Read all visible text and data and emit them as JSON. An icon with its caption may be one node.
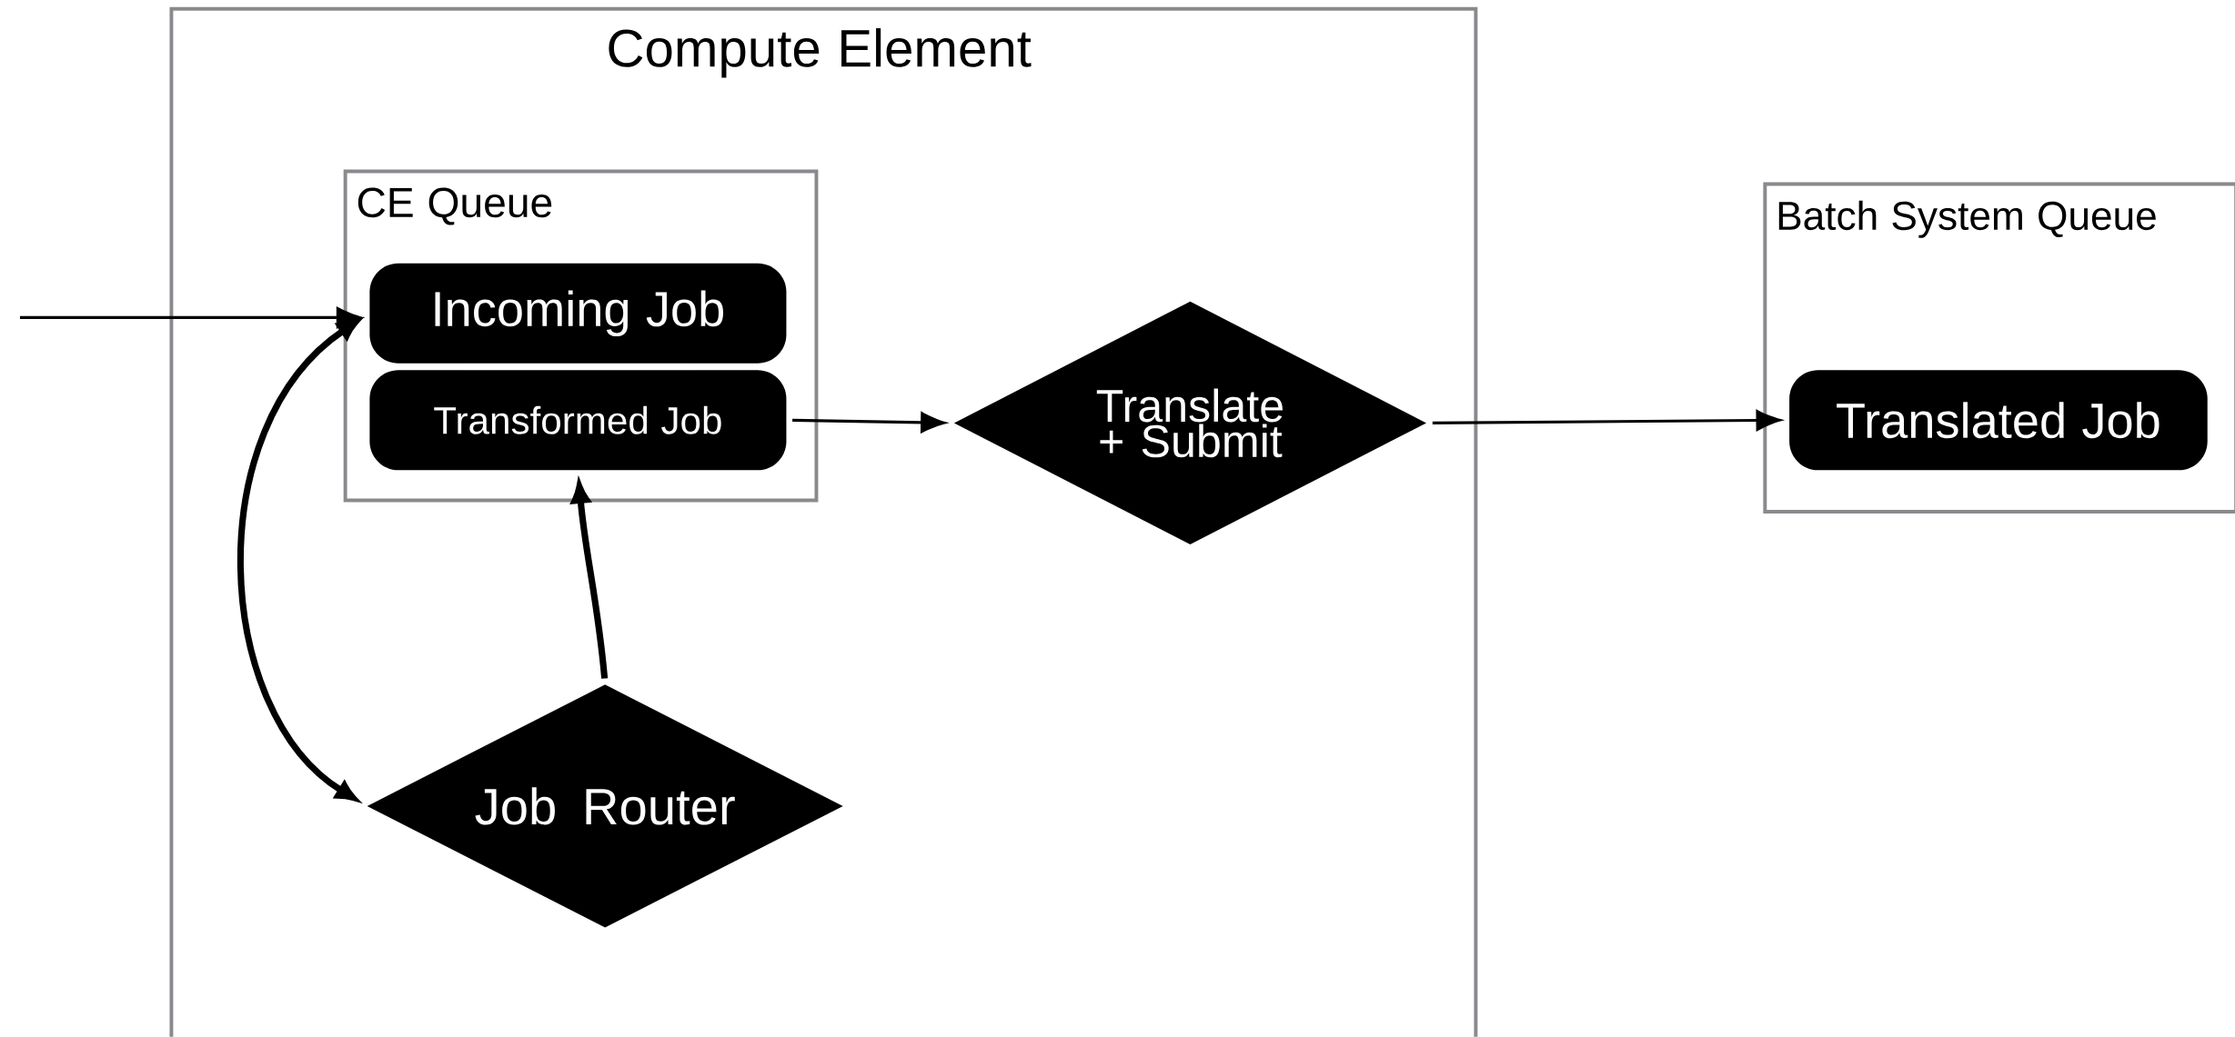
{
  "diagram": {
    "nodes": [
      {
        "text": [
          "Compute Element"
        ]
      },
      {
        "text": [
          "CE Queue"
        ],
        "in": 0
      },
      {
        "text": [
          "Incoming Job"
        ],
        "in": 1
      },
      {
        "text": [
          "Transformed Job"
        ],
        "in": 1
      },
      {
        "text": [
          "Translate + Submit"
        ],
        "in": 0
      },
      {
        "text": [
          "Job Router"
        ],
        "in": 0
      },
      {
        "text": [
          "Batch System Queue"
        ]
      },
      {
        "text": [
          "Translated Job"
        ],
        "in": 6
      }
    ],
    "edges": [
      {
        "from": null,
        "to": 2,
        "arrow": "to"
      },
      {
        "from": 2,
        "to": 5,
        "arrow": "both",
        "style": "thick"
      },
      {
        "from": 5,
        "to": 3,
        "arrow": "to",
        "style": "thick"
      },
      {
        "from": 3,
        "to": 4,
        "arrow": "to"
      },
      {
        "from": 4,
        "to": 7,
        "arrow": "to"
      }
    ]
  }
}
